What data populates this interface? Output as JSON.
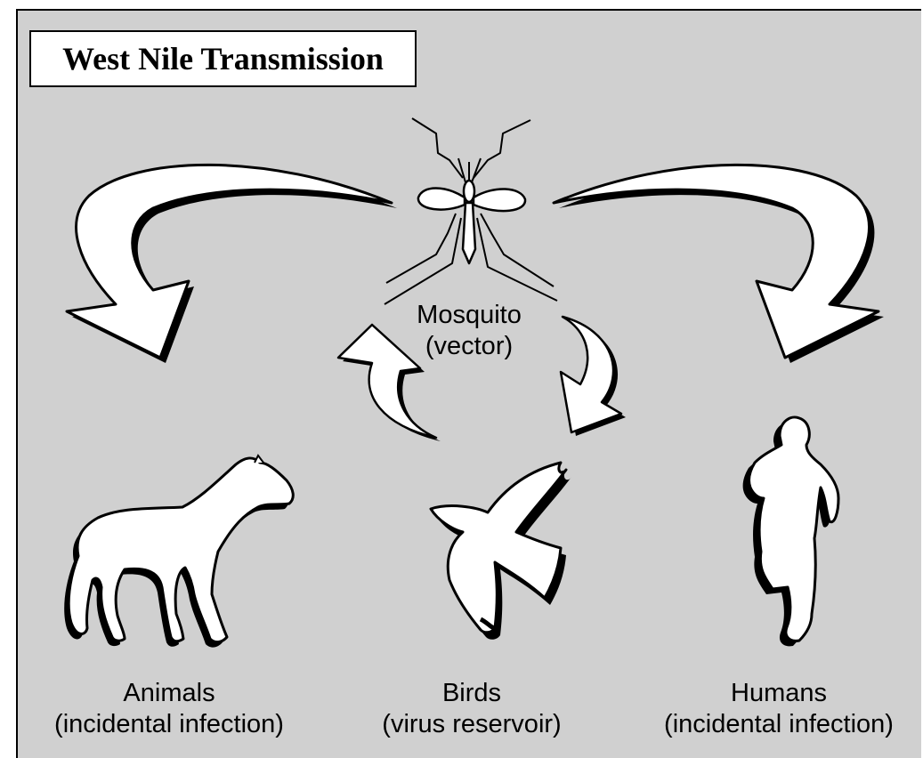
{
  "title": "West Nile Transmission",
  "nodes": {
    "mosquito": {
      "name": "Mosquito",
      "role": "(vector)"
    },
    "animals": {
      "name": "Animals",
      "role": "(incidental infection)"
    },
    "birds": {
      "name": "Birds",
      "role": "(virus reservoir)"
    },
    "humans": {
      "name": "Humans",
      "role": "(incidental infection)"
    }
  },
  "colors": {
    "background": "#d0d0d0",
    "fill": "#ffffff",
    "stroke": "#000000"
  },
  "icons": [
    "mosquito-icon",
    "horse-icon",
    "bird-icon",
    "human-runner-icon",
    "arrow-icon"
  ]
}
